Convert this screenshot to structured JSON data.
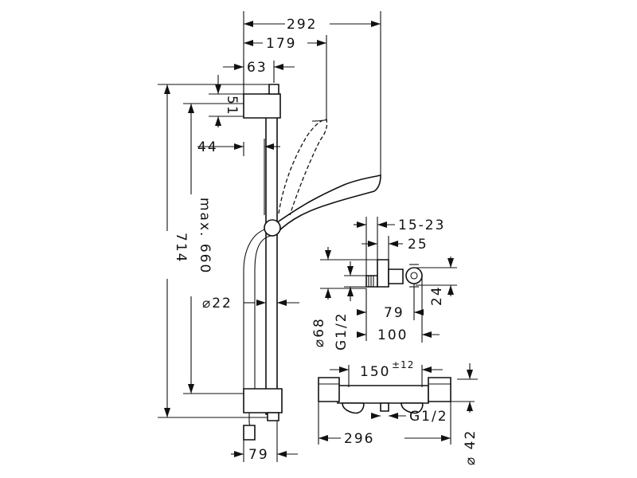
{
  "dimensions": {
    "d292": "292",
    "d179": "179",
    "d63": "63",
    "d51": "51",
    "d44": "44",
    "d714": "714",
    "dmax660": "max. 660",
    "d22": "⌀22",
    "d79_bar": "79",
    "d15_23": "15-23",
    "d25": "25",
    "d79_conn": "79",
    "d100": "100",
    "d24": "24",
    "d68": "⌀68",
    "dg12_side": "G1/2",
    "d150": "150",
    "d150_tol": "±12",
    "dg12_bottom": "G1/2",
    "d296": "296",
    "d42": "⌀ 42"
  }
}
